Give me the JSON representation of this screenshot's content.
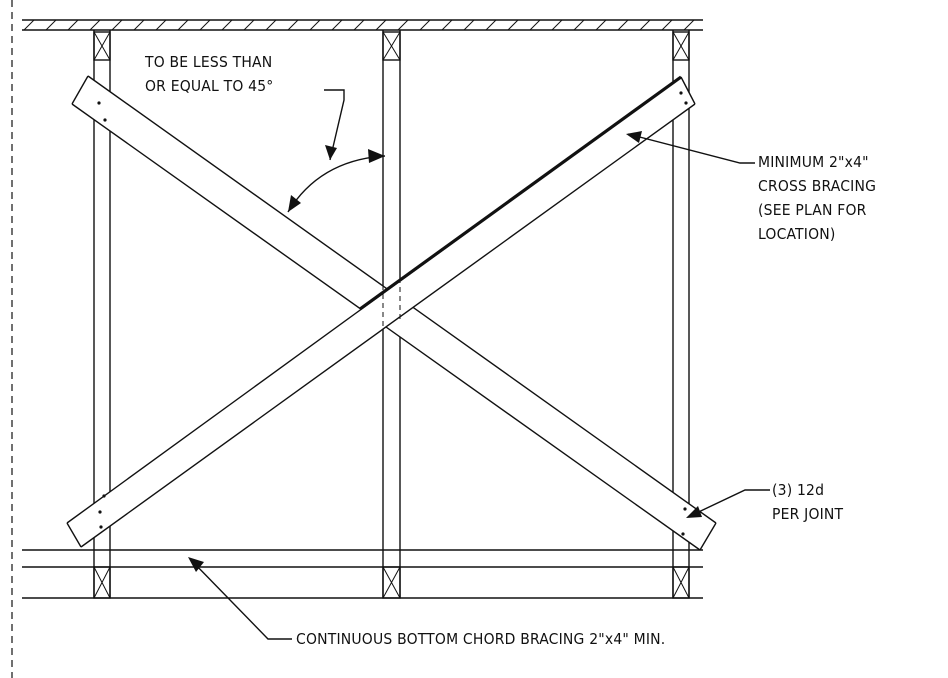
{
  "labels": {
    "angle_note_line1": "TO BE LESS THAN",
    "angle_note_line2": "OR EQUAL TO 45°",
    "bracing_line1": "MINIMUM 2\"x4\"",
    "bracing_line2": "CROSS BRACING",
    "bracing_line3": "(SEE PLAN FOR",
    "bracing_line4": "LOCATION)",
    "nails_line1": "(3) 12d",
    "nails_line2": "PER JOINT",
    "bottom_chord": "CONTINUOUS BOTTOM CHORD BRACING 2\"x4\" MIN."
  }
}
